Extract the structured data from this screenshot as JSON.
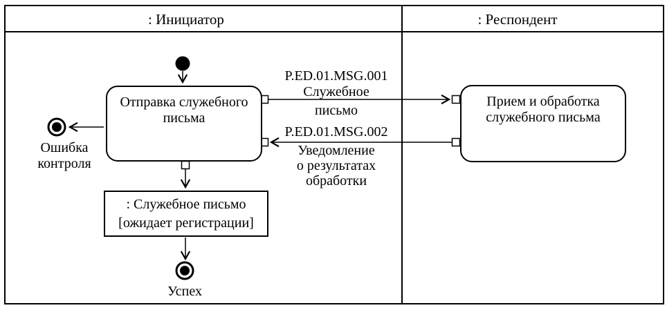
{
  "lanes": {
    "initiator": ": Инициатор",
    "respondent": ": Респондент"
  },
  "nodes": {
    "send_activity": {
      "line1": "Отправка служебного",
      "line2": "письма"
    },
    "receive_activity": {
      "line1": "Прием и обработка",
      "line2": "служебного письма"
    },
    "object_note": {
      "line1": ": Служебное письмо",
      "line2": "[ожидает регистрации]"
    },
    "error_final": {
      "line1": "Ошибка",
      "line2": "контроля"
    },
    "success_final": {
      "label": "Успех"
    }
  },
  "messages": [
    {
      "id": "P.ED.01.MSG.001",
      "name_line1": "Служебное",
      "name_line2": "письмо"
    },
    {
      "id": "P.ED.01.MSG.002",
      "name_line1": "Уведомление",
      "name_line2": "о результатах",
      "name_line3": "обработки"
    }
  ],
  "colors": {
    "line": "#000000",
    "background": "#ffffff"
  }
}
